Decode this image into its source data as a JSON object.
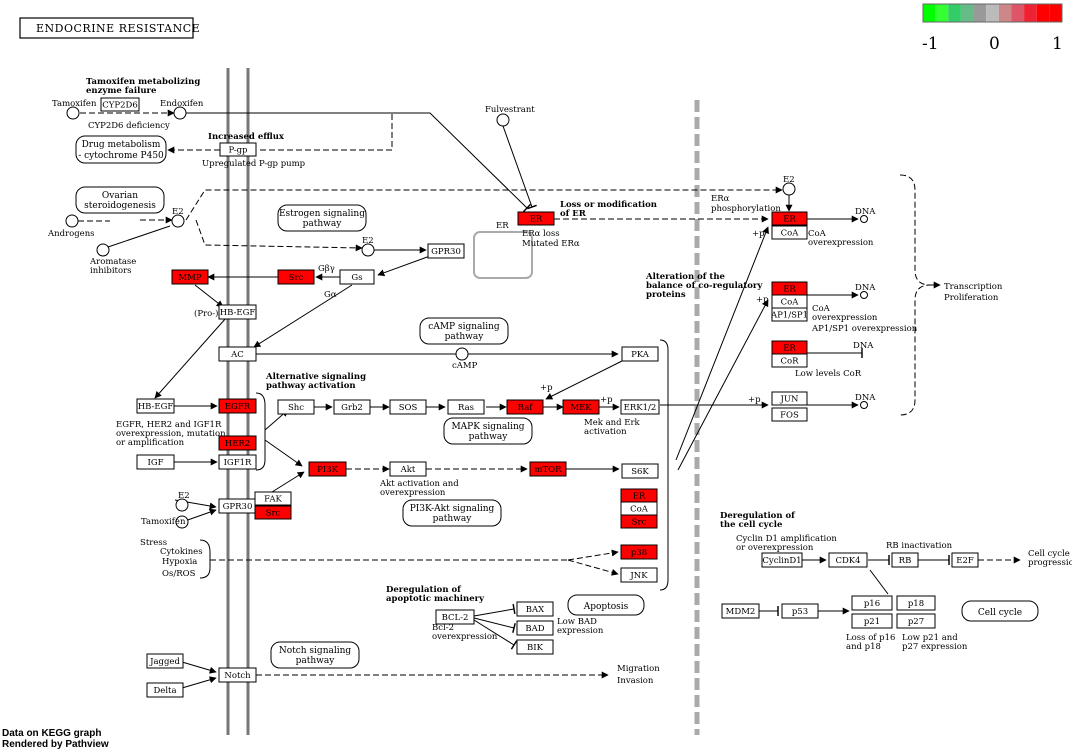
{
  "title": "ENDOCRINE RESISTANCE",
  "legend": {
    "colors": [
      "#00ff00",
      "#33ff33",
      "#33cc66",
      "#66bb88",
      "#999999",
      "#bbbbbb",
      "#cc8888",
      "#dd5566",
      "#ee2233",
      "#ff0000",
      "#ff0000"
    ],
    "min": "-1",
    "mid": "0",
    "max": "1"
  },
  "footer": {
    "line1": "Data on KEGG graph",
    "line2": "Rendered by Pathview"
  },
  "nodes": {
    "cyp2d6": "CYP2D6",
    "pgp": "P-gp",
    "er_top": "ER",
    "er_right": "ER",
    "coa1": "CoA",
    "er2": "ER",
    "coa2": "CoA",
    "ap1sp1": "AP1/SP1",
    "er3": "ER",
    "cor": "CoR",
    "gpr30_top": "GPR30",
    "gs": "Gs",
    "src_top": "Src",
    "mmp": "MMP",
    "hbegf_cell": "HB-EGF",
    "ac": "AC",
    "pka": "PKA",
    "hbegf": "HB-EGF",
    "egfr": "EGFR",
    "her2": "HER2",
    "igf": "IGF",
    "igf1r": "IGF1R",
    "shc": "Shc",
    "grb2": "Grb2",
    "sos": "SOS",
    "ras": "Ras",
    "raf": "Raf",
    "mek": "MEK",
    "erk": "ERK1/2",
    "jun": "JUN",
    "fos": "FOS",
    "pi3k": "PI3K",
    "akt": "Akt",
    "mtor": "mTOR",
    "s6k": "S6K",
    "er4": "ER",
    "coa4": "CoA",
    "src4": "Src",
    "gpr30_bot": "GPR30",
    "fak": "FAK",
    "src_bot": "Src",
    "p38": "p38",
    "jnk": "JNK",
    "bcl2": "BCL-2",
    "bax": "BAX",
    "bad": "BAD",
    "bik": "BIK",
    "cyclind1": "CyclinD1",
    "cdk4": "CDK4",
    "rb": "RB",
    "e2f": "E2F",
    "mdm2": "MDM2",
    "p53": "p53",
    "p16": "p16",
    "p18": "p18",
    "p21": "p21",
    "p27": "p27",
    "jagged": "Jagged",
    "delta": "Delta",
    "notch": "Notch"
  },
  "pathways": {
    "drug_metabolism_1": "Drug metabolism",
    "drug_metabolism_2": "- cytochrome P450",
    "ovarian_1": "Ovarian",
    "ovarian_2": "steroidogenesis",
    "estrogen_1": "Estrogen signaling",
    "estrogen_2": "pathway",
    "camp_1": "cAMP signaling",
    "camp_2": "pathway",
    "mapk_1": "MAPK signaling",
    "mapk_2": "pathway",
    "pi3k_1": "PI3K-Akt signaling",
    "pi3k_2": "pathway",
    "apoptosis": "Apoptosis",
    "notch_1": "Notch signaling",
    "notch_2": "pathway",
    "cellcycle": "Cell cycle"
  },
  "labels": {
    "tamoxifen_header_1": "Tamoxifen metabolizing",
    "tamoxifen_header_2": "enzyme failure",
    "tamoxifen": "Tamoxifen",
    "endoxifen": "Endoxifen",
    "cyp_deficiency": "CYP2D6 deficiency",
    "increased_efflux": "Increased efflux",
    "upregulated_pgp": "Upregulated P-gp pump",
    "fulvestrant": "Fulvestrant",
    "loss_er_1": "Loss or modification",
    "loss_er_2": "of ER",
    "era_loss": "ERα loss",
    "mutated_era": "Mutated ERα",
    "er_membrane": "ER",
    "androgens": "Androgens",
    "aromatase_1": "Aromatase",
    "aromatase_2": "inhibitors",
    "e2_ovarian": "E2",
    "e2_gpr": "E2",
    "e2_right": "E2",
    "e2_bottom": "E2",
    "g_betagamma": "Gβγ",
    "g_alpha": "Gα",
    "pro": "(Pro-)",
    "camp": "cAMP",
    "era_phos_1": "ERα",
    "era_phos_2": "phosphorylation",
    "coa_over_1": "CoA",
    "coa_over_2": "overexpression",
    "coa_ap1_1": "CoA",
    "coa_ap1_2": "overexpression",
    "coa_ap1_3": "AP1/SP1 overexpression",
    "low_cor": "Low levels CoR",
    "dna1": "DNA",
    "dna2": "DNA",
    "dna3": "DNA",
    "dna4": "DNA",
    "transcription": "Transcription",
    "proliferation": "Proliferation",
    "alteration_1": "Alteration of the",
    "alteration_2": "balance of co-regulatory",
    "alteration_3": "proteins",
    "alt_sig_1": "Alternative signaling",
    "alt_sig_2": "pathway activation",
    "egfr_note_1": "EGFR, HER2 and IGF1R",
    "egfr_note_2": "overexpression, mutation",
    "egfr_note_3": "or amplification",
    "mek_erk_1": "Mek and Erk",
    "mek_erk_2": "activation",
    "akt_act_1": "Akt activation and",
    "akt_act_2": "overexpression",
    "tamoxifen_bottom": "Tamoxifen",
    "stress": "Stress",
    "cytokines": "Cytokines",
    "hypoxia": "Hypoxia",
    "osros": "Os/ROS",
    "apoptotic_1": "Deregulation of",
    "apoptotic_2": "apoptotic machinery",
    "bcl2_over_1": "Bcl-2",
    "bcl2_over_2": "overexpression",
    "low_bad_1": "Low BAD",
    "low_bad_2": "expression",
    "cellcycle_dereg_1": "Deregulation of",
    "cellcycle_dereg_2": "the cell cycle",
    "cyclin_amp_1": "Cyclin D1 amplification",
    "cyclin_amp_2": "or overexpression",
    "rb_inactivation": "RB inactivation",
    "cc_prog_1": "Cell cycle",
    "cc_prog_2": "progression",
    "loss_p16_1": "Loss of p16",
    "loss_p16_2": "and p18",
    "low_p21_1": "Low p21 and",
    "low_p21_2": "p27 expression",
    "migration": "Migration",
    "invasion": "Invasion",
    "plus_p1": "+p",
    "plus_p2": "+p",
    "plus_p3": "+p",
    "plus_p4": "+p",
    "plus_p5": "+p"
  }
}
